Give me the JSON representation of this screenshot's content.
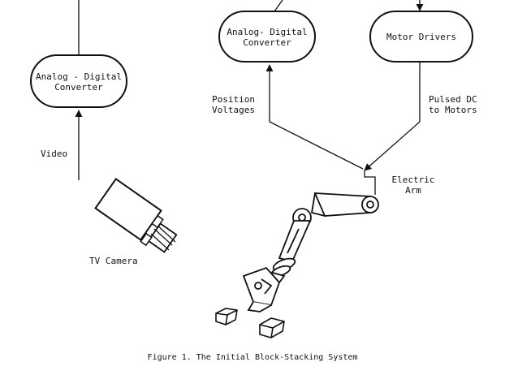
{
  "left_adc": {
    "line1": "Analog - Digital",
    "line2": "Converter"
  },
  "right_adc": {
    "line1": "Analog- Digital",
    "line2": "Converter"
  },
  "motor_drivers": {
    "label": "Motor Drivers"
  },
  "video_label": "Video",
  "tv_camera_label": "TV Camera",
  "position_voltages": {
    "line1": "Position",
    "line2": "Voltages"
  },
  "pulsed_dc": {
    "line1": "Pulsed DC",
    "line2": "to Motors"
  },
  "electric_arm": {
    "line1": "Electric",
    "line2": "Arm"
  },
  "caption": "Figure 1.  The Initial Block-Stacking System"
}
